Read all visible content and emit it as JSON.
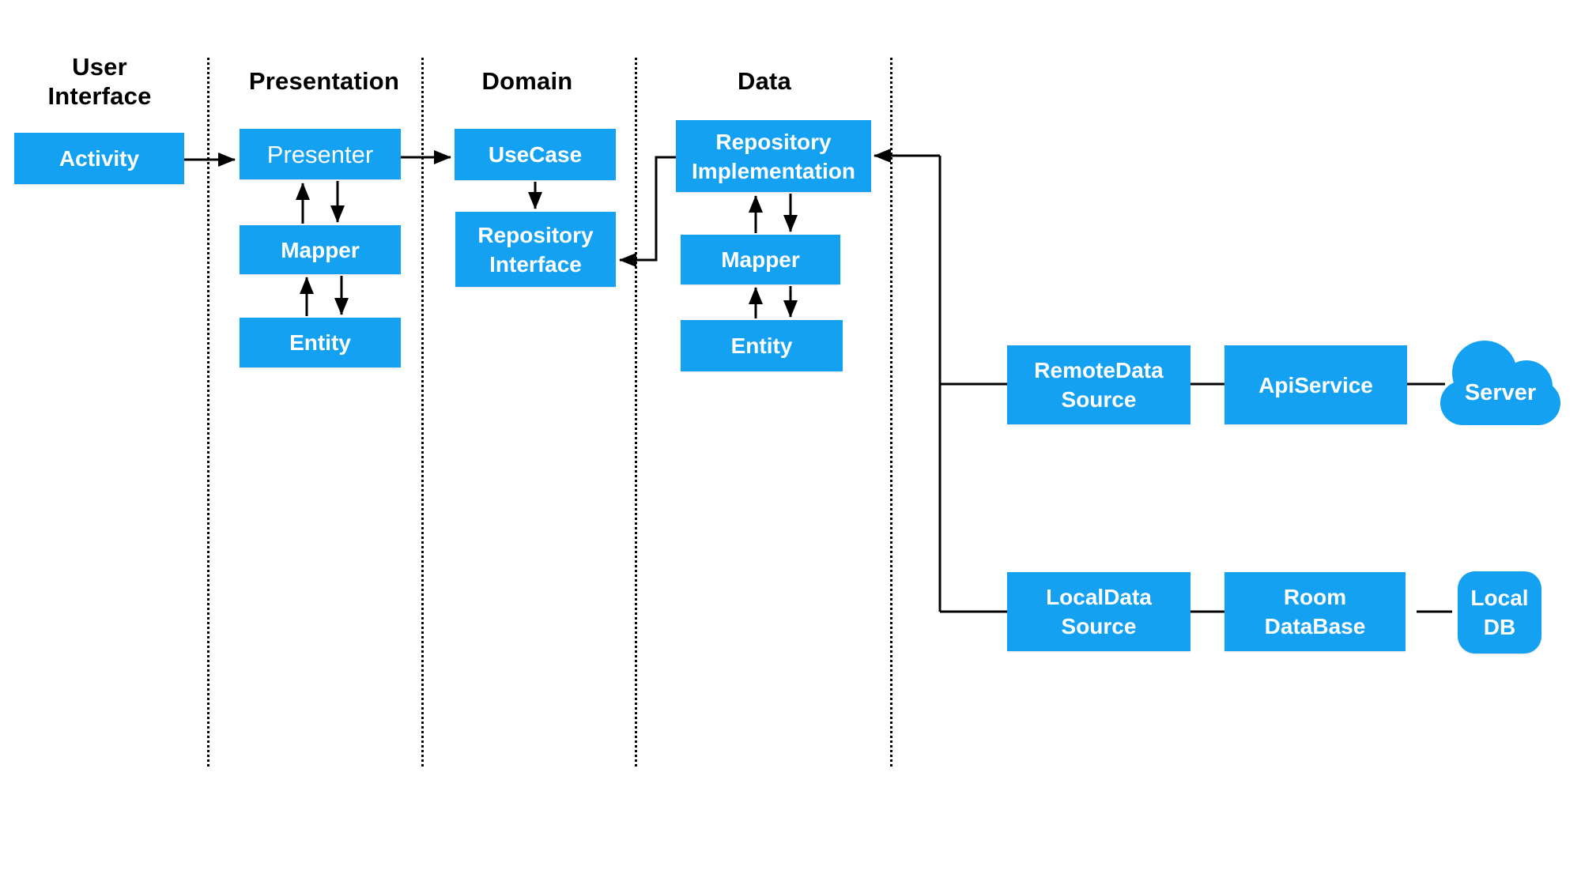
{
  "colors": {
    "node_fill": "#14A1F1",
    "node_text": "#FFFFFF",
    "header_text": "#000000",
    "connector": "#000000"
  },
  "headers": {
    "user_interface": "User Interface",
    "presentation": "Presentation",
    "domain": "Domain",
    "data": "Data"
  },
  "nodes": {
    "activity": "Activity",
    "presenter": "Presenter",
    "presentation_mapper": "Mapper",
    "presentation_entity": "Entity",
    "usecase": "UseCase",
    "repository_interface": "Repository Interface",
    "repository_implementation": "Repository Implementation",
    "data_mapper": "Mapper",
    "data_entity": "Entity",
    "remote_data_source": "RemoteData Source",
    "api_service": "ApiService",
    "server": "Server",
    "local_data_source": "LocalData Source",
    "room_database": "Room DataBase",
    "local_db": "Local DB"
  }
}
